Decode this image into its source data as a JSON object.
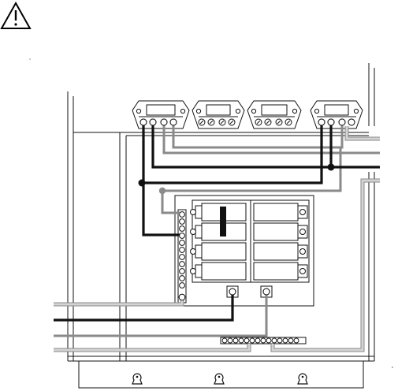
{
  "warning": {
    "icon": "warning-triangle-icon"
  },
  "panel": {
    "connector_blocks": 4,
    "terminals_per_block": 4,
    "breaker_rows": 4,
    "breaker_columns": 2,
    "bus_bar_screws": 12,
    "neutral_bar_screws": 14,
    "keyhole_slots": 3
  },
  "colors": {
    "black_wire": "#111111",
    "dark_gray_wire": "#8a8a8a",
    "light_gray_wire": "#bdbdbd",
    "outline": "#111111"
  }
}
